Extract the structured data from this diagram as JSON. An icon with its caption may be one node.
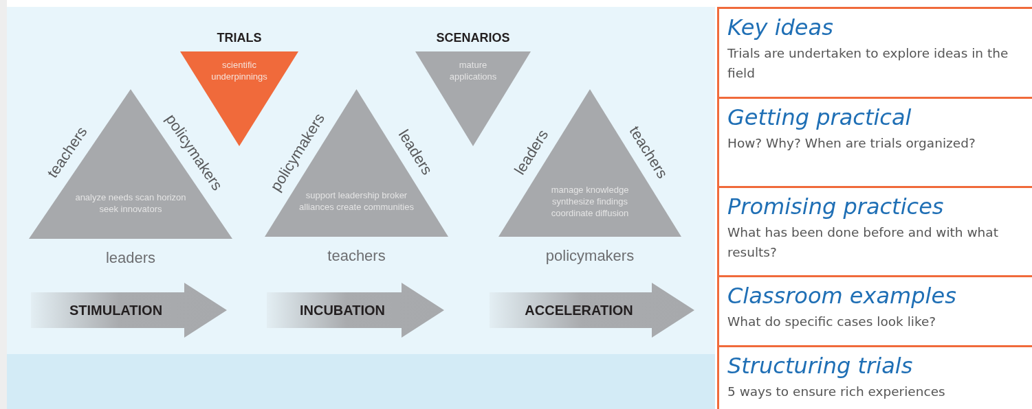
{
  "diagram": {
    "nodes": [
      {
        "text": [
          "TRIALS",
          "scientific underpinnings"
        ]
      },
      {
        "text": [
          "SCENARIOS",
          "mature applications"
        ]
      },
      {
        "text": [
          "teachers",
          "policymakers",
          "analyze needs scan horizon seek innovators",
          "leaders"
        ]
      },
      {
        "text": [
          "policymakers",
          "leaders",
          "support leadership broker alliances create communities",
          "teachers"
        ]
      },
      {
        "text": [
          "leaders",
          "teachers",
          "manage knowledge synthesize findings coordinate diffusion",
          "policymakers"
        ]
      },
      {
        "text": [
          "STIMULATION"
        ]
      },
      {
        "text": [
          "INCUBATION"
        ]
      },
      {
        "text": [
          "ACCELERATION"
        ]
      },
      {
        "text": [
          "Key ideas",
          "Trials are undertaken to explore ideas in the field"
        ]
      },
      {
        "text": [
          "Getting practical",
          "How? Why? When are trials organized?"
        ]
      },
      {
        "text": [
          "Promising practices",
          "What has been done before and with what results?"
        ]
      },
      {
        "text": [
          "Classroom examples",
          "What do specific cases look like?"
        ]
      },
      {
        "text": [
          "Structuring trials",
          "5 ways to ensure rich experiences"
        ]
      }
    ]
  }
}
